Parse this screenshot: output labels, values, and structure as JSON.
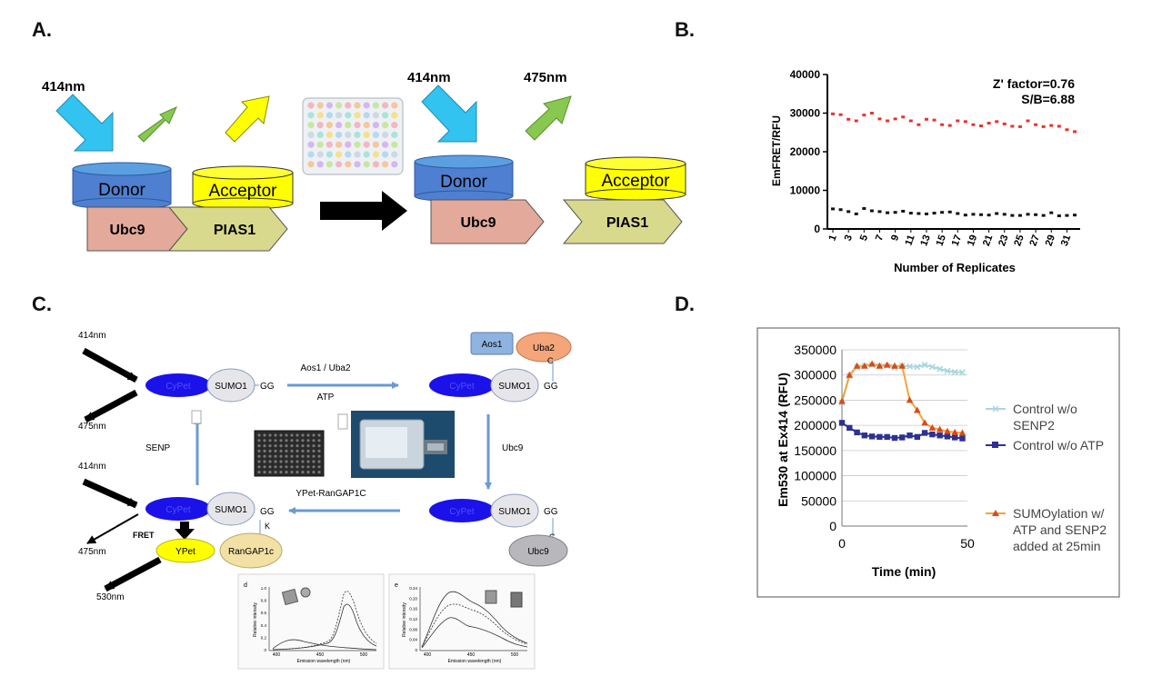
{
  "panels": {
    "a": {
      "label": "A.",
      "ex_left": "414nm",
      "ex_right": "414nm",
      "em_right": "475nm",
      "donor_left": "Donor",
      "acceptor_left": "Acceptor",
      "ubc9_left": "Ubc9",
      "pias1_left": "PIAS1",
      "donor_right": "Donor",
      "acceptor_right": "Acceptor",
      "ubc9_right": "Ubc9",
      "pias1_right": "PIAS1",
      "colors": {
        "donor": "#4f7fd0",
        "acceptor": "#ffff00",
        "ubc9": "#e3a99a",
        "pias1": "#d9d98e",
        "excitation": "#33c3f0",
        "emission": "#88c850"
      }
    },
    "b": {
      "label": "B.",
      "zfactor": "Z' factor=0.76",
      "sb": "S/B=6.88"
    },
    "c": {
      "label": "C.",
      "ex_top": "414nm",
      "em_top": "475nm",
      "ex_bottom": "414nm",
      "em_bottom": "475nm",
      "em_fret": "530nm",
      "fret": "FRET",
      "cypet": "CyPet",
      "sumo1": "SUMO1",
      "gg": "GG",
      "aos1": "Aos1",
      "uba2": "Uba2",
      "c_letter": "C",
      "k_letter": "K",
      "ypet": "YPet",
      "rangap": "RanGAP1c",
      "ubc9": "Ubc9",
      "arrow_top": "Aos1 / Uba2",
      "arrow_top_sub": "ATP",
      "arrow_right": "Ubc9",
      "arrow_bottom": "YPet-RanGAP1C",
      "arrow_left": "SENP",
      "spec1_tag": "d",
      "spec2_tag": "e",
      "spec_xlabel": "Emission wavelength (nm)",
      "spec_ylabel": "Relative intensity",
      "spec_xticks": [
        "400",
        "450",
        "500"
      ],
      "spec_yticks1": [
        "0",
        "0.2",
        "0.4",
        "0.6",
        "0.8",
        "1.0"
      ],
      "spec_yticks2": [
        "0",
        "0.04",
        "0.08",
        "0.12",
        "0.16",
        "0.20",
        "0.24"
      ]
    },
    "d": {
      "label": "D.",
      "legend": [
        "Control w/o",
        "SENP2",
        "Control w/o ATP",
        "SUMOylation w/",
        "ATP and SENP2",
        "added at 25min"
      ]
    }
  },
  "chart_data": [
    {
      "type": "scatter",
      "panel": "B",
      "xlabel": "Number of Replicates",
      "ylabel": "EmFRET/RFU",
      "ylim": [
        0,
        40000
      ],
      "yticks": [
        0,
        10000,
        20000,
        30000,
        40000
      ],
      "xticks": [
        1,
        3,
        5,
        7,
        9,
        11,
        13,
        15,
        17,
        19,
        21,
        23,
        25,
        27,
        29,
        31
      ],
      "grid": false,
      "series": [
        {
          "color": "#e8332a",
          "x": [
            1,
            2,
            3,
            4,
            5,
            6,
            7,
            8,
            9,
            10,
            11,
            12,
            13,
            14,
            15,
            16,
            17,
            18,
            19,
            20,
            21,
            22,
            23,
            24,
            25,
            26,
            27,
            28,
            29,
            30,
            31,
            32
          ],
          "y": [
            29800,
            29600,
            28400,
            28000,
            29500,
            30000,
            28500,
            28000,
            28500,
            29000,
            28000,
            27000,
            28400,
            28200,
            27000,
            26800,
            28000,
            27800,
            27000,
            26700,
            27400,
            27800,
            27200,
            26600,
            26500,
            28000,
            27000,
            26500,
            26800,
            26600,
            25700,
            25200
          ]
        },
        {
          "color": "#111111",
          "x": [
            1,
            2,
            3,
            4,
            5,
            6,
            7,
            8,
            9,
            10,
            11,
            12,
            13,
            14,
            15,
            16,
            17,
            18,
            19,
            20,
            21,
            22,
            23,
            24,
            25,
            26,
            27,
            28,
            29,
            30,
            31,
            32
          ],
          "y": [
            5200,
            5000,
            4500,
            3900,
            5300,
            4700,
            4500,
            4200,
            4300,
            4600,
            4100,
            4000,
            3900,
            4100,
            4300,
            4400,
            4000,
            3600,
            3800,
            3700,
            3600,
            4000,
            3800,
            3500,
            3500,
            3800,
            3700,
            3500,
            4200,
            3400,
            3500,
            3600
          ]
        }
      ]
    },
    {
      "type": "line",
      "panel": "D",
      "xlabel": "Time (min)",
      "ylabel": "Em530 at Ex414 (RFU)",
      "xlim": [
        0,
        50
      ],
      "xticks": [
        0,
        50
      ],
      "ylim": [
        0,
        350000
      ],
      "yticks": [
        0,
        50000,
        100000,
        150000,
        200000,
        250000,
        300000,
        350000
      ],
      "grid": true,
      "legend": "right",
      "series": [
        {
          "name": "Control w/o SENP2",
          "color": "#a8d7de",
          "marker": "cross",
          "x": [
            0,
            3,
            6,
            9,
            12,
            15,
            18,
            21,
            24,
            27,
            30,
            33,
            36,
            39,
            42,
            45,
            48
          ],
          "y": [
            245000,
            298000,
            315000,
            318000,
            320000,
            318000,
            318000,
            315000,
            318000,
            317000,
            316000,
            320000,
            316000,
            312000,
            308000,
            306000,
            305000
          ]
        },
        {
          "name": "Control w/o ATP",
          "color": "#2e3192",
          "marker": "square",
          "x": [
            0,
            3,
            6,
            9,
            12,
            15,
            18,
            21,
            24,
            27,
            30,
            33,
            36,
            39,
            42,
            45,
            48
          ],
          "y": [
            205000,
            195000,
            186000,
            180000,
            178000,
            177000,
            177000,
            175000,
            176000,
            180000,
            177000,
            185000,
            182000,
            180000,
            178000,
            176000,
            174000
          ]
        },
        {
          "name": "SUMOylation w/ ATP and SENP2 added at 25min",
          "color": "#f4a630",
          "marker": "triangle",
          "x": [
            0,
            3,
            6,
            9,
            12,
            15,
            18,
            21,
            24,
            27,
            30,
            33,
            36,
            39,
            42,
            45,
            48
          ],
          "y": [
            248000,
            300000,
            318000,
            318000,
            322000,
            318000,
            320000,
            318000,
            318000,
            250000,
            230000,
            205000,
            195000,
            192000,
            188000,
            186000,
            185000
          ]
        }
      ]
    }
  ]
}
